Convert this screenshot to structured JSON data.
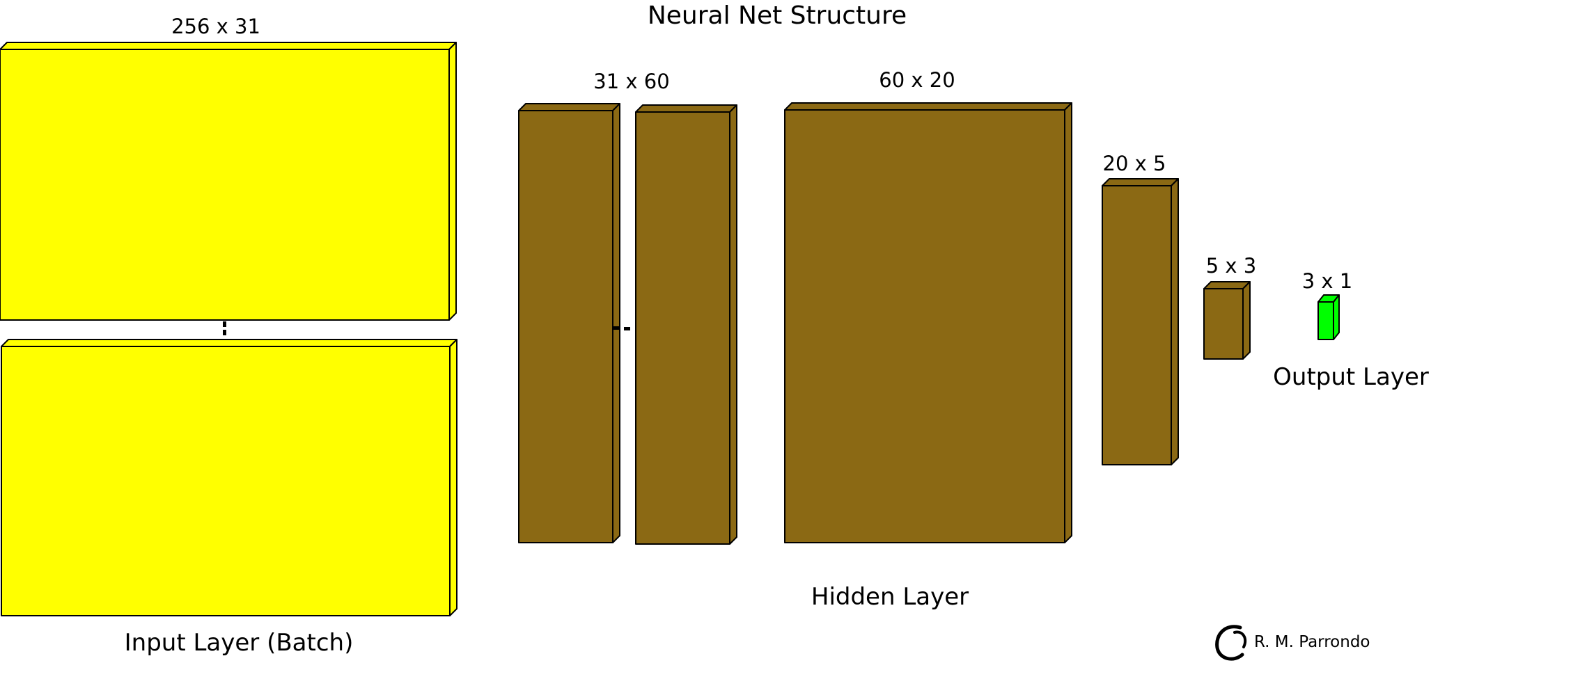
{
  "title": "Neural Net Structure",
  "sections": {
    "input": "Input Layer (Batch)",
    "hidden": "Hidden Layer",
    "output": "Output Layer"
  },
  "blocks": {
    "input": "256 x 31",
    "hidden_1": "31 x 60",
    "hidden_2": "60 x 20",
    "hidden_3": "20 x 5",
    "hidden_4": "5 x 3",
    "output": "3 x 1"
  },
  "credit": "R. M. Parrondo",
  "colors": {
    "input": "#ffff00",
    "hidden": "#8b6914",
    "output": "#00ff00"
  },
  "icons": {
    "continuation": "dotted-ellipsis",
    "logo": "enso-circle-logo"
  }
}
